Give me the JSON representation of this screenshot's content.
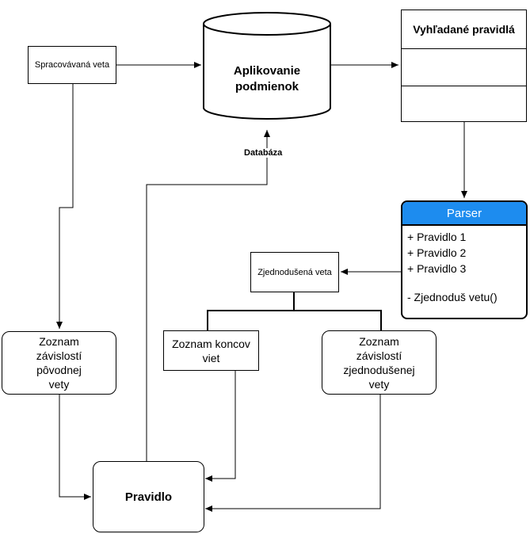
{
  "nodes": {
    "processed_sentence": "Spracovávaná veta",
    "apply_conditions": [
      "Aplikovanie",
      "podmienok"
    ],
    "found_rules": "Vyhľadané pravidlá",
    "database_label": "Databáza",
    "parser": {
      "title": "Parser",
      "attributes": [
        "+ Pravidlo 1",
        "+ Pravidlo 2",
        "+ Pravidlo 3"
      ],
      "method": "- Zjednoduš vetu()"
    },
    "simplified_sentence": "Zjednodušená veta",
    "deps_original": [
      "Zoznam",
      "závislostí",
      "pôvodnej",
      "vety"
    ],
    "sentence_endings": [
      "Zoznam koncov",
      "viet"
    ],
    "deps_simplified": [
      "Zoznam",
      "závislostí",
      "zjednodušenej",
      "vety"
    ],
    "rule": "Pravidlo"
  },
  "colors": {
    "parser_header": "#1d8cef",
    "stroke": "#000000"
  }
}
